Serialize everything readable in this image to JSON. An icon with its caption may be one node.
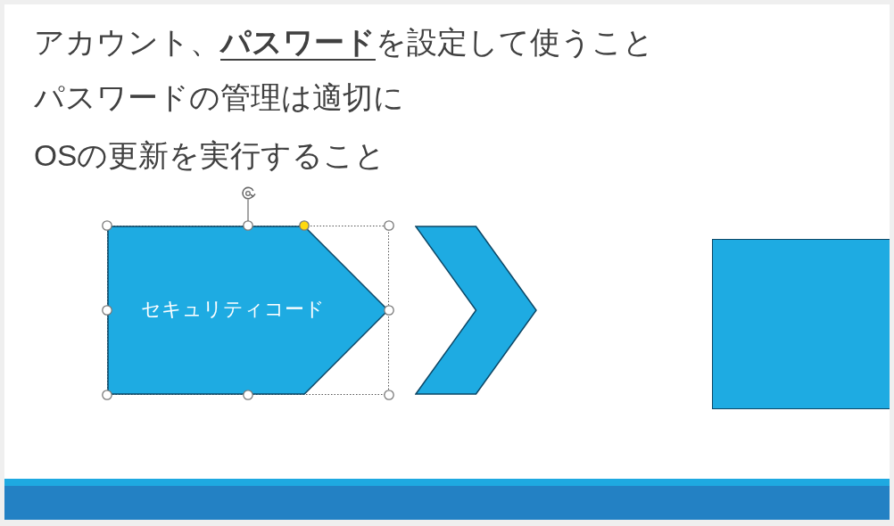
{
  "diagram": {
    "nodes": [
      {
        "text": [
          "セキュリティコード"
        ]
      },
      {
        "text": [],
        "shape": "chevron"
      },
      {
        "text": [],
        "shape": "box"
      }
    ],
    "labels": [
      "アカウント、**パスワード**を設定して使うこと",
      "パスワードの管理は適切に",
      "OSの更新を実行すること"
    ]
  }
}
